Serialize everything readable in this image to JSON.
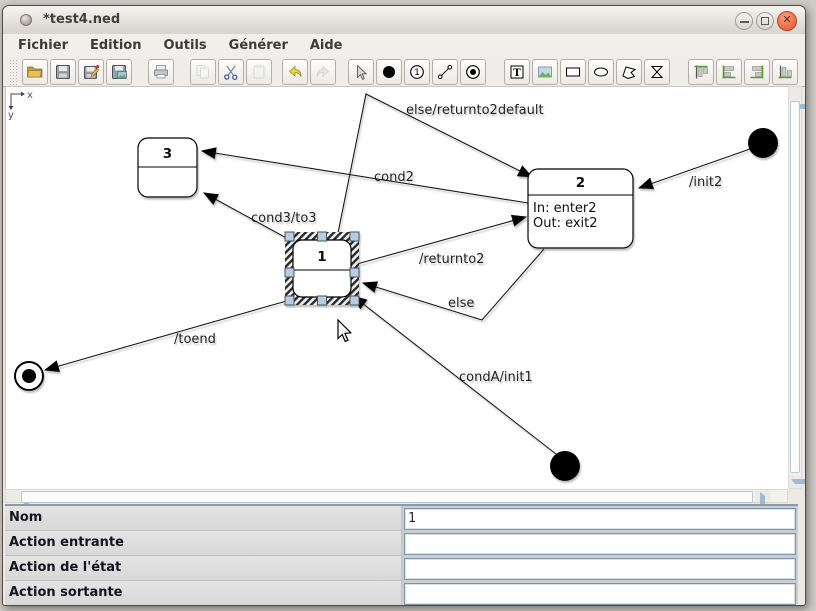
{
  "window": {
    "title": "*test4.ned"
  },
  "menu": {
    "items": [
      "Fichier",
      "Edition",
      "Outils",
      "Générer",
      "Aide"
    ]
  },
  "toolbar": {
    "text_tool_glyph": "T",
    "state_tool_glyph": "1"
  },
  "diagram": {
    "axis": {
      "x_label": "x",
      "y_label": "y"
    },
    "states": [
      {
        "name": "3"
      },
      {
        "name": "1"
      },
      {
        "name": "2",
        "in_action": "In: enter2",
        "out_action": "Out: exit2"
      }
    ],
    "transitions": [
      {
        "label": "else/returnto2default"
      },
      {
        "label": "cond2"
      },
      {
        "label": "cond3/to3"
      },
      {
        "label": "/returnto2"
      },
      {
        "label": "else"
      },
      {
        "label": "/init2"
      },
      {
        "label": "/toend"
      },
      {
        "label": "condA/init1"
      }
    ]
  },
  "properties": {
    "rows": [
      {
        "label": "Nom",
        "value": "1"
      },
      {
        "label": "Action entrante",
        "value": ""
      },
      {
        "label": "Action de l'état",
        "value": ""
      },
      {
        "label": "Action sortante",
        "value": ""
      }
    ]
  },
  "colors": {
    "selection_handle": "#b9cde2",
    "close_button": "#ee7049",
    "undo_accent": "#ecd53f",
    "align_accent": "#5d9b3f"
  }
}
